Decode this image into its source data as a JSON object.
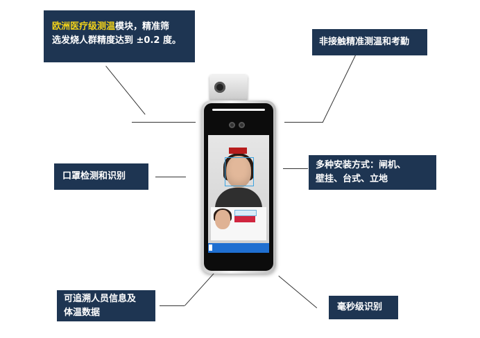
{
  "callouts": {
    "top_left": {
      "highlight": "欧洲医疗级测温",
      "line1_rest": "模块，精准筛",
      "line2": "选发烧人群精度达到 ±0.2 度。"
    },
    "top_right": "非接触精准测温和考勤",
    "mid_left": "口罩检测和识别",
    "mid_right_line1": "多种安装方式：闸机、",
    "mid_right_line2": "壁挂、台式、立地",
    "bottom_left_line1": "可追溯人员信息及",
    "bottom_left_line2": "体温数据",
    "bottom_right": "毫秒级识别"
  },
  "colors": {
    "callout_bg": "#1e3552",
    "highlight": "#f2d21a"
  }
}
